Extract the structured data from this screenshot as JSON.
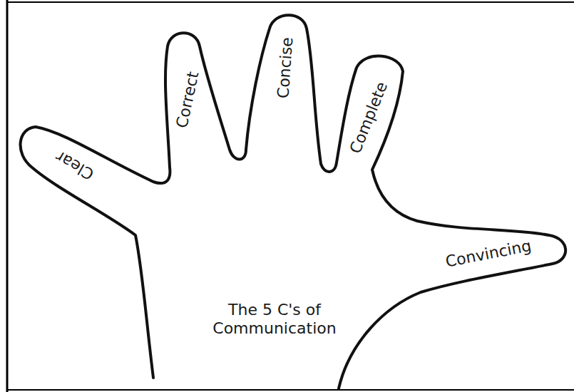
{
  "diagram": {
    "title": "The 5 C's of Communication",
    "labels": [
      "Clear",
      "Correct",
      "Concise",
      "Complete",
      "Convincing"
    ]
  }
}
